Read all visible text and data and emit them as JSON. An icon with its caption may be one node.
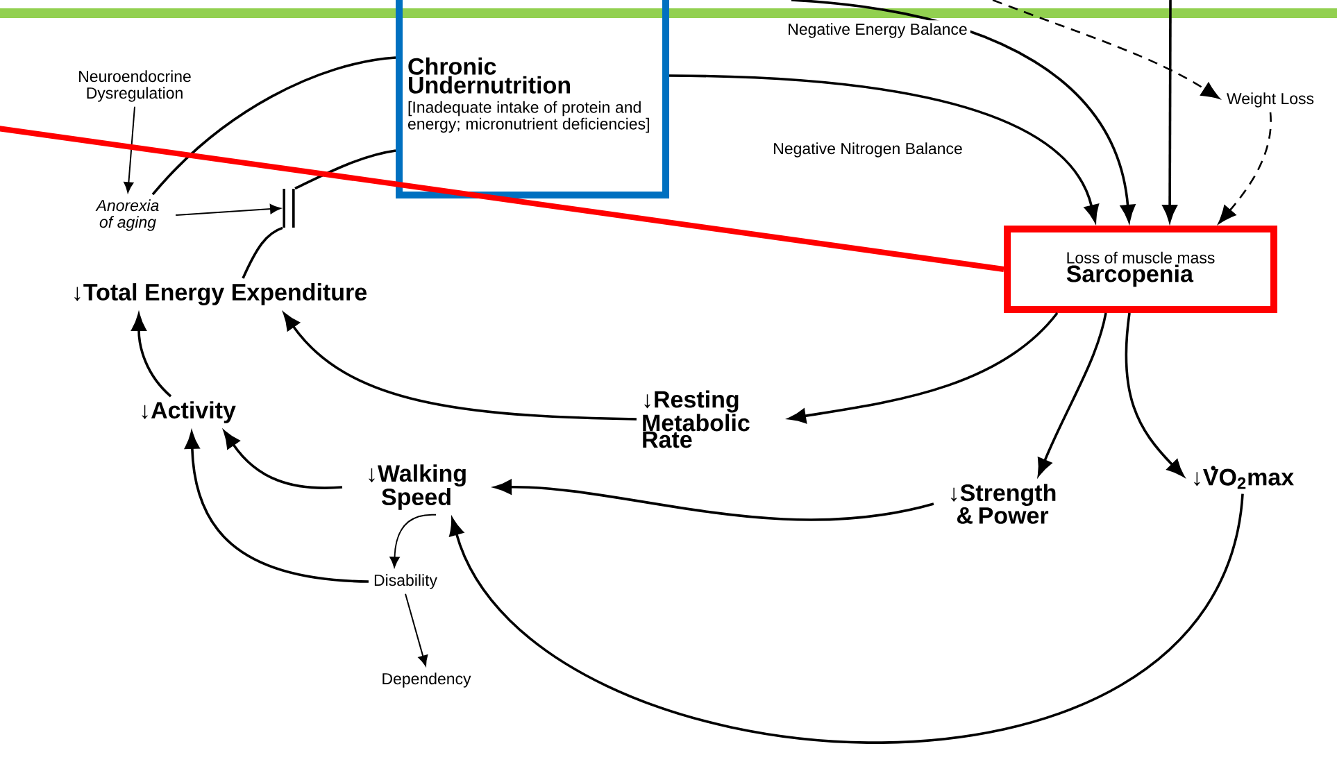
{
  "diagram": {
    "nodes": [
      {
        "text": [
          "Chronic Undernutrition",
          "[Inadequate intake of protein and energy; micronutrient deficiencies]"
        ]
      },
      {
        "text": [
          "Neuroendocrine Dysregulation"
        ]
      },
      {
        "text": [
          "Anorexia of aging"
        ]
      },
      {
        "text": [],
        "shape": "bar"
      },
      {
        "text": [
          "↓Total Energy Expenditure"
        ]
      },
      {
        "text": [
          "↓Activity"
        ]
      },
      {
        "text": [
          "↓Walking Speed"
        ]
      },
      {
        "text": [
          "Disability"
        ]
      },
      {
        "text": [
          "Dependency"
        ]
      },
      {
        "text": [
          "↓Resting Metabolic Rate"
        ]
      },
      {
        "text": [
          "Loss of muscle mass",
          "Sarcopenia"
        ]
      },
      {
        "text": [
          "↓Strength & Power"
        ]
      },
      {
        "text": [
          "↓VO$_{2}$max"
        ]
      },
      {
        "text": [
          "Weight Loss"
        ]
      }
    ],
    "edges": [
      {
        "from": 1,
        "to": 2,
        "arrow": "to"
      },
      {
        "from": 2,
        "to": 3,
        "arrow": "to"
      },
      {
        "from": 2,
        "to": 0,
        "arrow": "none"
      },
      {
        "from": 4,
        "to": 3,
        "arrow": "none"
      },
      {
        "from": 3,
        "to": 0,
        "arrow": "none"
      },
      {
        "from": 0,
        "to": 10,
        "arrow": "to",
        "label": "Negative Nitrogen Balance"
      },
      {
        "from": null,
        "to": 10,
        "arrow": "to",
        "label": "Negative Energy Balance"
      },
      {
        "from": null,
        "to": 10,
        "arrow": "to"
      },
      {
        "from": null,
        "to": 13,
        "arrow": "to",
        "style": "dashed"
      },
      {
        "from": 13,
        "to": 10,
        "arrow": "to",
        "style": "dashed"
      },
      {
        "from": 10,
        "to": 9,
        "arrow": "to"
      },
      {
        "from": 10,
        "to": 11,
        "arrow": "to"
      },
      {
        "from": 10,
        "to": 12,
        "arrow": "to"
      },
      {
        "from": 9,
        "to": 4,
        "arrow": "to"
      },
      {
        "from": 11,
        "to": 6,
        "arrow": "to"
      },
      {
        "from": 6,
        "to": 5,
        "arrow": "to"
      },
      {
        "from": 5,
        "to": 4,
        "arrow": "to"
      },
      {
        "from": 7,
        "to": 5,
        "arrow": "to"
      },
      {
        "from": 6,
        "to": 7,
        "arrow": "to"
      },
      {
        "from": 7,
        "to": 8,
        "arrow": "to"
      },
      {
        "from": 12,
        "to": 6,
        "arrow": "to"
      },
      {
        "from": null,
        "to": 10,
        "arrow": "none",
        "style": "thick",
        "color": "#ff0000"
      }
    ]
  }
}
